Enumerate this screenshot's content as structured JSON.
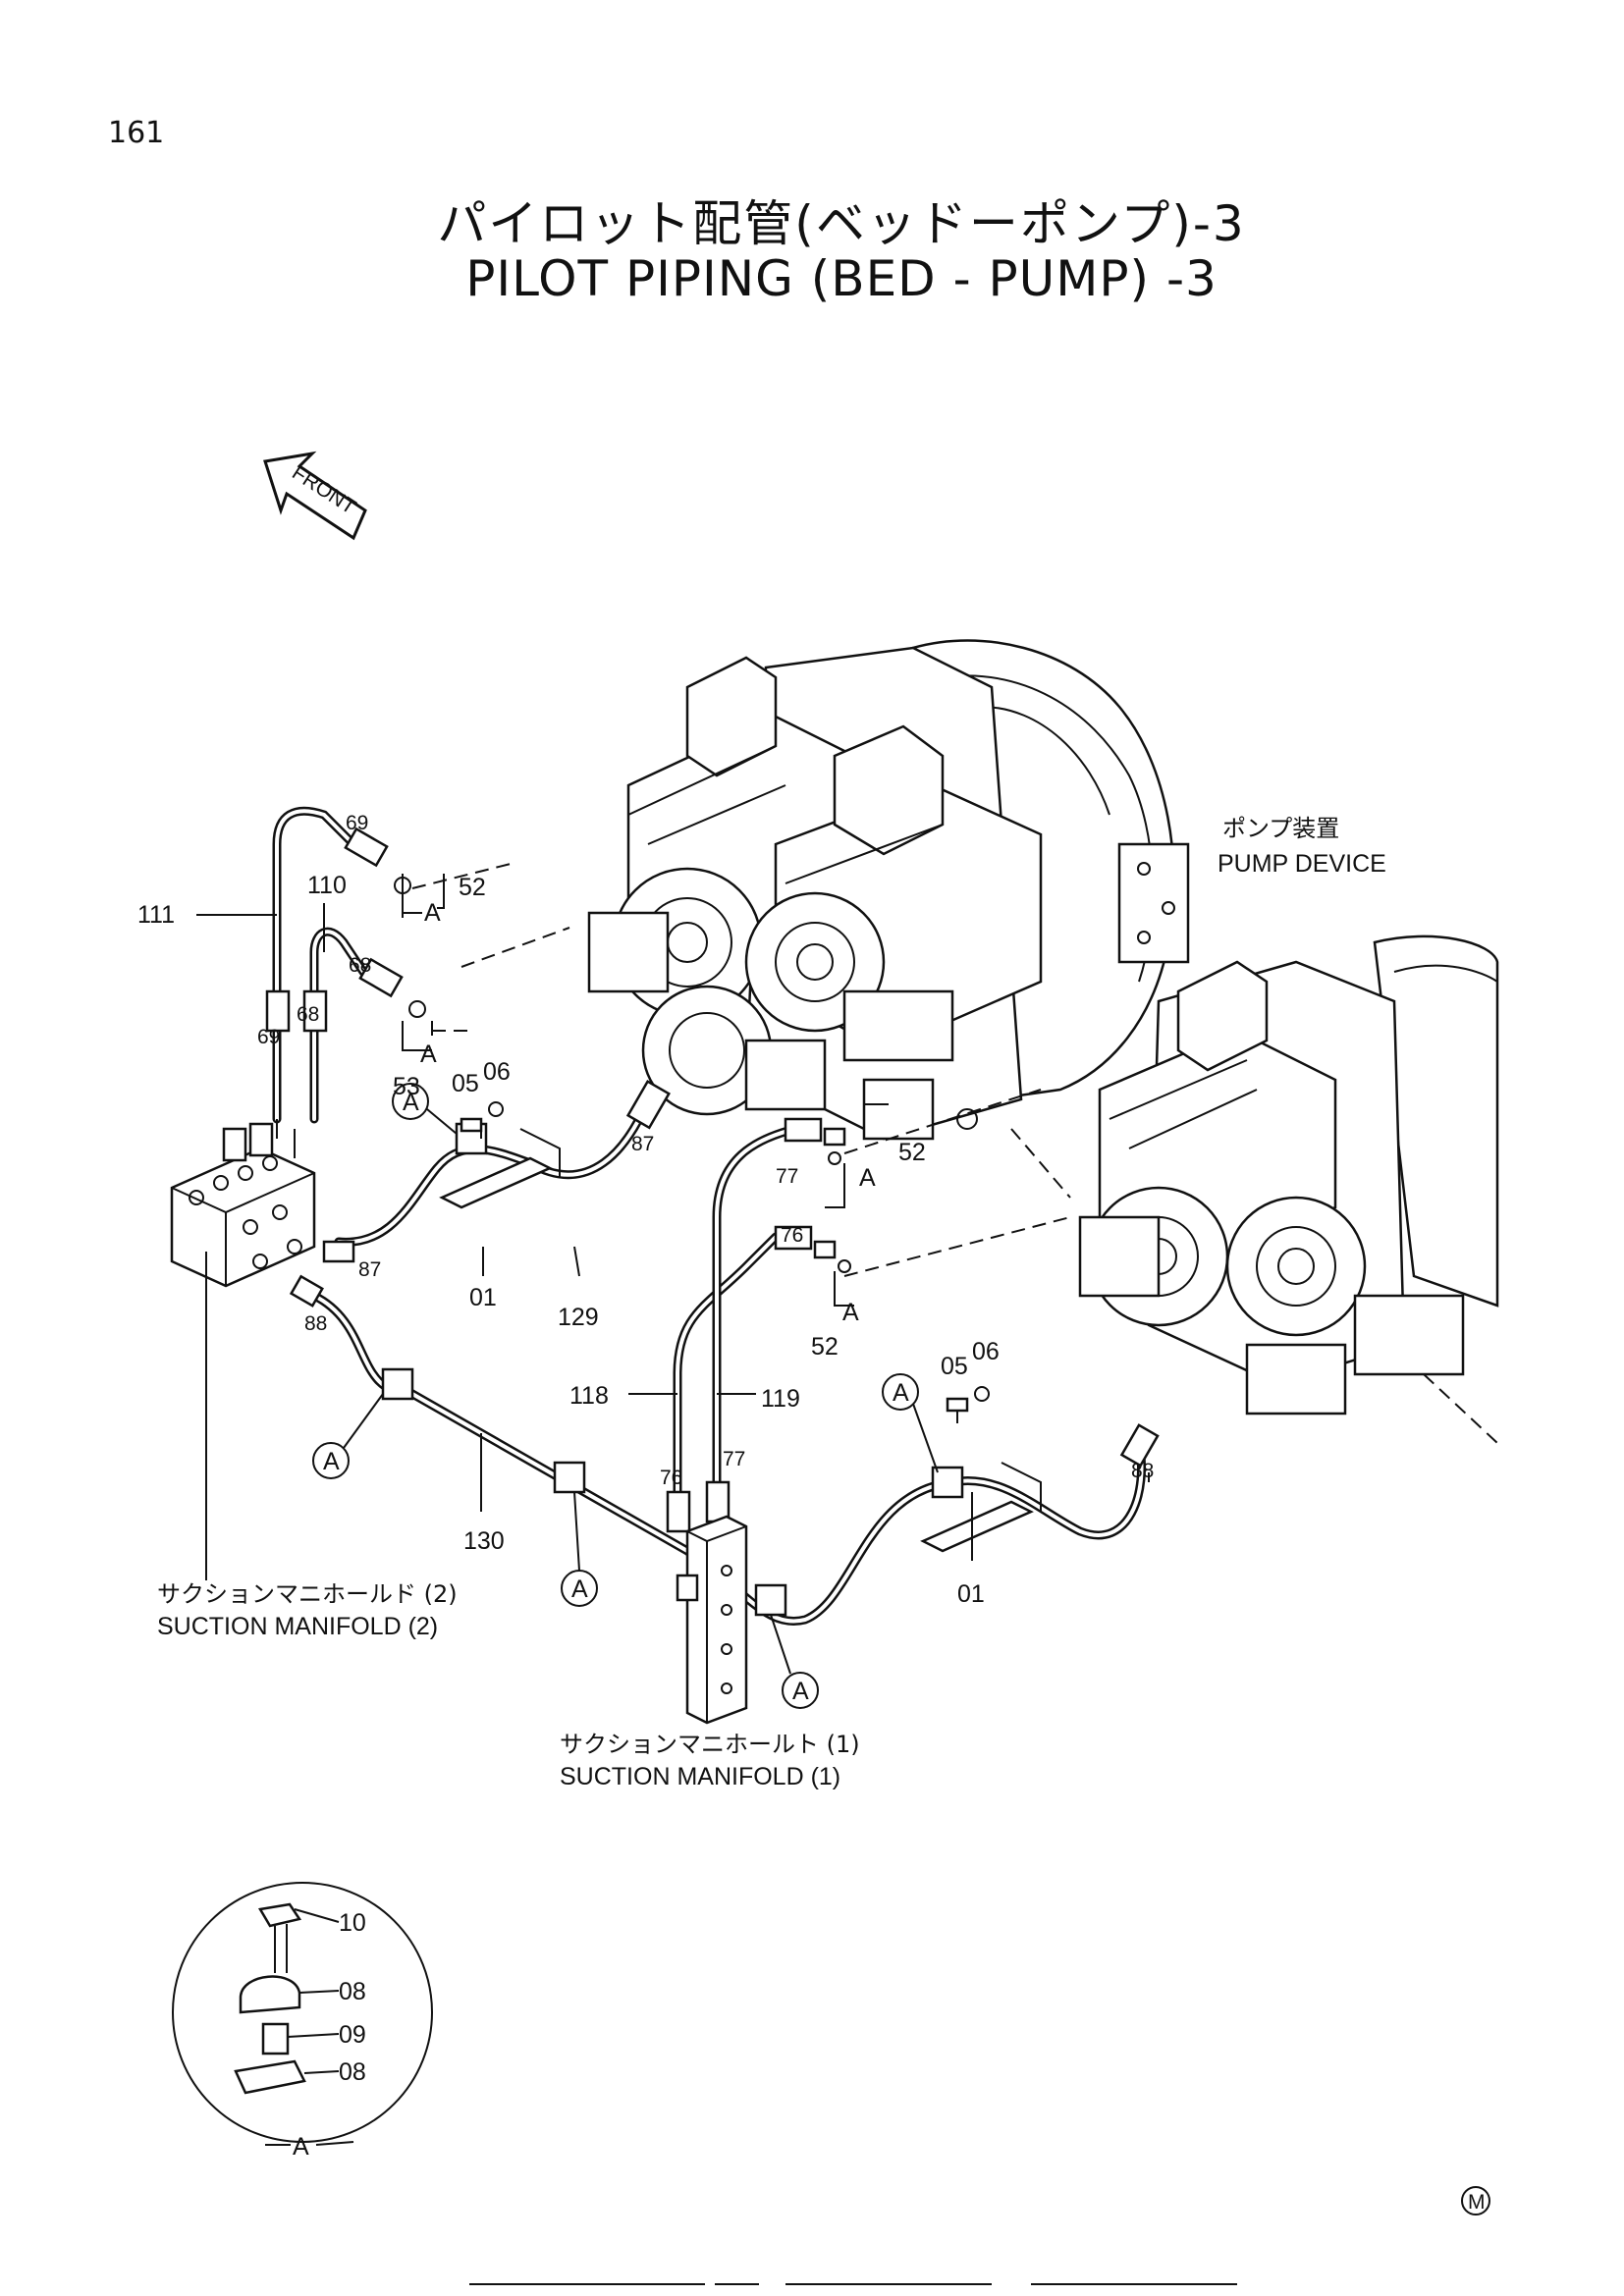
{
  "page": {
    "number": "161",
    "title_jp": "パイロット配管(ベッドーポンプ)-3",
    "title_en": "PILOT    PIPING (BED - PUMP) -3"
  },
  "orientation": {
    "front_label": "FRONT"
  },
  "components": {
    "pump_device": {
      "jp": "ポンプ装置",
      "en": "PUMP  DEVICE"
    },
    "suction_manifold_2": {
      "jp": "サクションマニホールド (2)",
      "en": "SUCTION  MANIFOLD  (2)"
    },
    "suction_manifold_1": {
      "jp": "サクションマニホールト (1)",
      "en": "SUCTION  MANIFOLD  (1)"
    }
  },
  "callouts": {
    "c111": "111",
    "c110": "110",
    "c69a": "69",
    "c69b": "69",
    "c68a": "68",
    "c68b": "68",
    "c52a": "52",
    "c52b": "52",
    "c52c": "52",
    "c53": "53",
    "c05a": "05",
    "c06a": "06",
    "c05b": "05",
    "c06b": "06",
    "c87a": "87",
    "c87b": "87",
    "c88a": "88",
    "c88b": "88",
    "c01a": "01",
    "c01b": "01",
    "c129": "129",
    "c130": "130",
    "c77a": "77",
    "c77b": "77",
    "c76a": "76",
    "c76b": "76",
    "c118": "118",
    "c119": "119"
  },
  "detail_a": {
    "label": "A",
    "parts": [
      "10",
      "08",
      "09",
      "08"
    ]
  },
  "reference_marker": "A",
  "corner_mark": "M"
}
